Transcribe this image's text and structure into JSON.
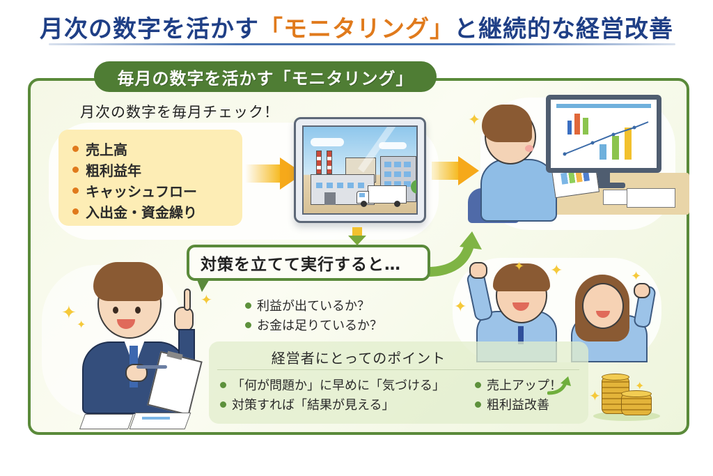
{
  "header": {
    "title_prefix": "月次の数字を活かす",
    "title_accent": "「モニタリング」",
    "title_suffix": "と継続的な経営改善"
  },
  "section": {
    "tab_label": "毎月の数字を活かす「モニタリング」",
    "subheading": "月次の数字を毎月チェック！"
  },
  "metrics": {
    "items": [
      "売上高",
      "粗利益年",
      "キャッシュフロー",
      "入出金・資金繰り"
    ]
  },
  "action": {
    "bubble": "対策を立てて実行すると…",
    "checks": [
      "利益が出ているか？",
      "お金は足りているか？"
    ]
  },
  "points": {
    "title": "経営者にとってのポイント",
    "left": [
      "「何が問題か」に早めに「気づける」",
      "対策すれば「結果が見える」"
    ],
    "right": [
      "売上アップ！",
      "粗利益改善"
    ]
  },
  "colors": {
    "title_blue": "#1f3f86",
    "title_orange": "#e07a1c",
    "frame_green": "#5a8a3a",
    "tab_green": "#4f7d34",
    "metric_box": "#fdedb5",
    "bullet_orange": "#e07a1c",
    "bullet_green": "#5d913c"
  },
  "illustrations": {
    "factory_monitor": "factory-illustration",
    "analyst_at_pc": "person-at-computer-illustration",
    "businessman": "businessman-pointing-illustration",
    "cheering_workers": "cheering-workers-illustration",
    "coins": "coin-stack-illustration"
  }
}
